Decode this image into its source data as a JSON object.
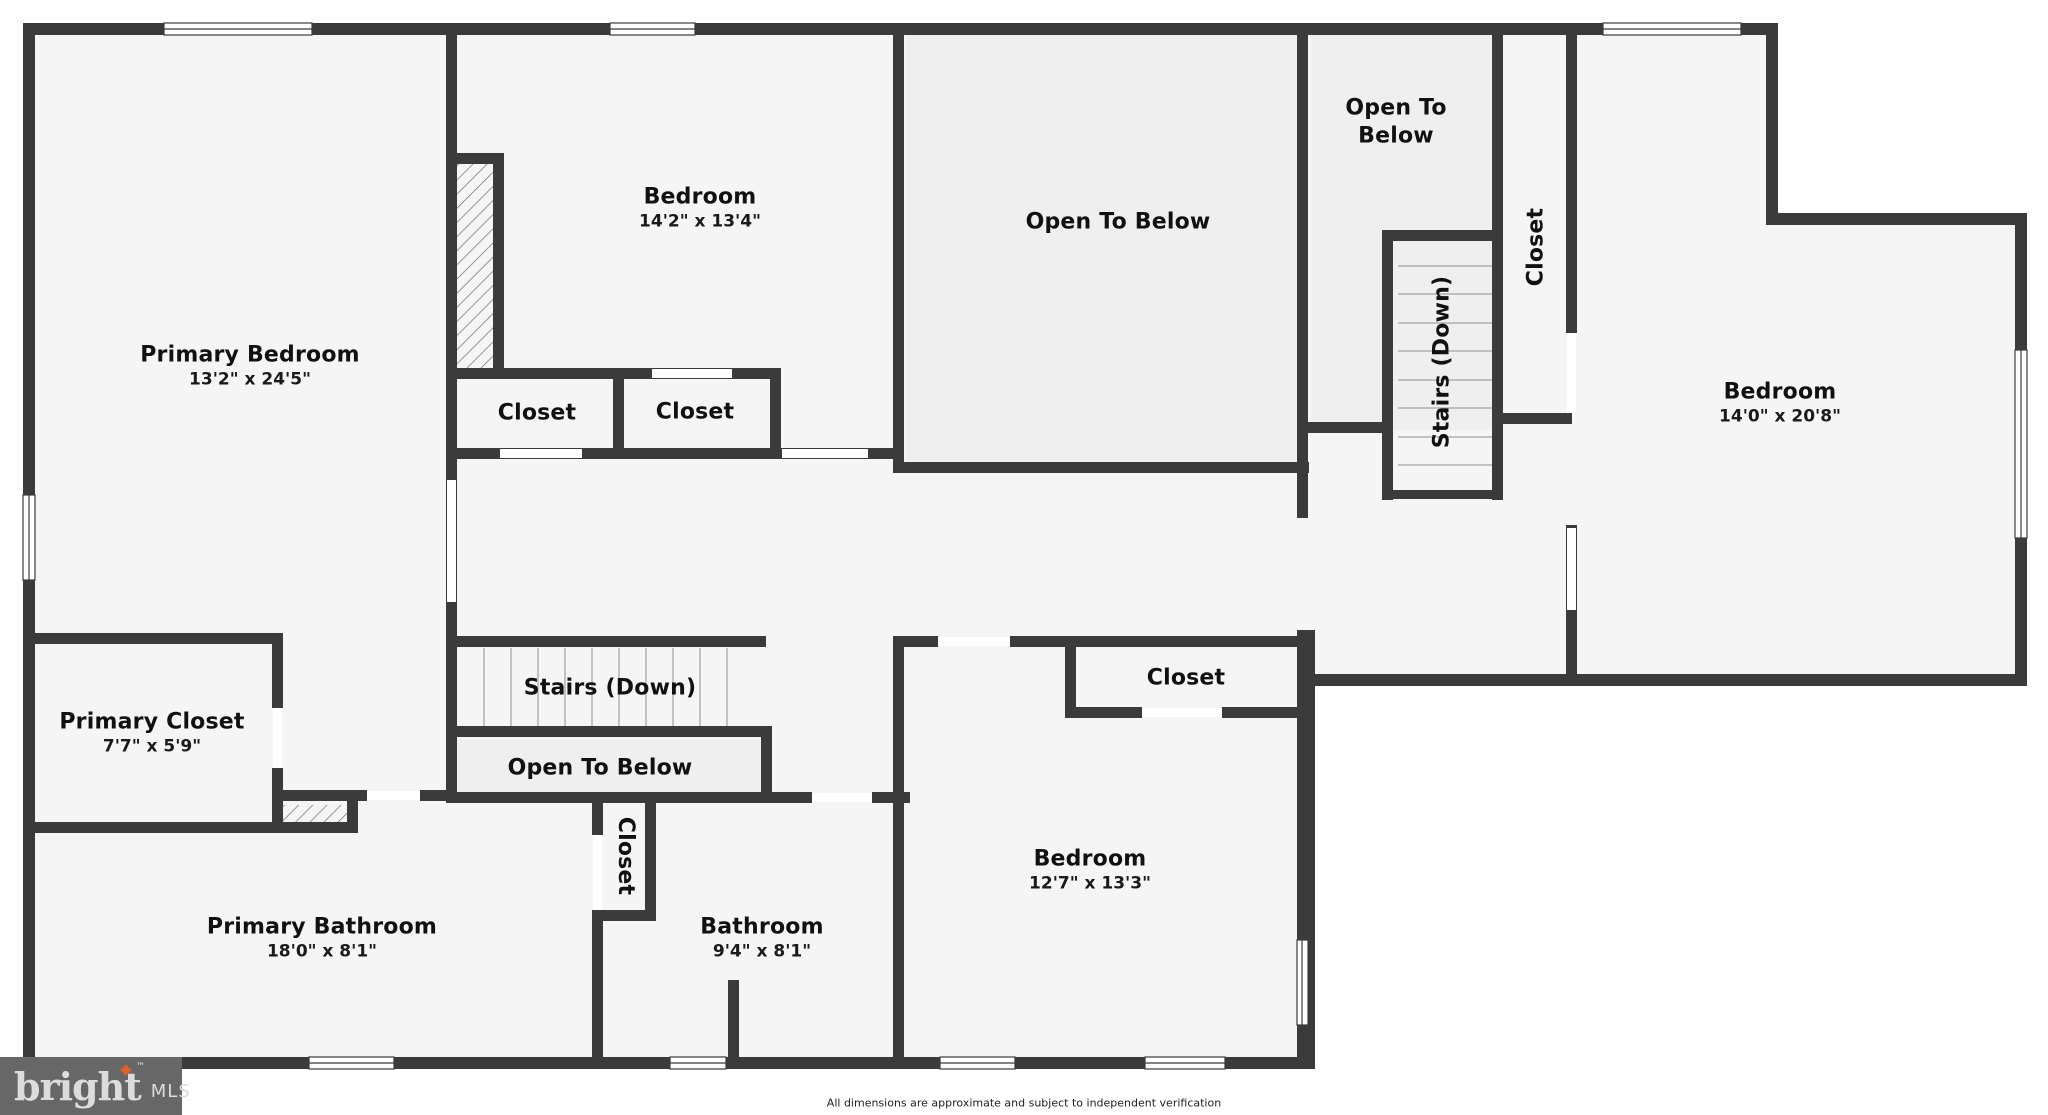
{
  "floorplan": {
    "colors": {
      "wall": "#3b3b3b",
      "floor": "#f5f5f5",
      "open_to_below": "#efefef",
      "window_fill": "#ffffff",
      "stair_line": "#b0b0b0",
      "background": "#ffffff"
    },
    "rooms": [
      {
        "id": "primary-bedroom",
        "name": "Primary Bedroom",
        "dims": "13'2\" x 24'5\""
      },
      {
        "id": "bedroom-top",
        "name": "Bedroom",
        "dims": "14'2\" x 13'4\""
      },
      {
        "id": "open-to-below-top",
        "name": "Open To Below",
        "dims": ""
      },
      {
        "id": "open-to-below-small",
        "name": "Open To Below",
        "dims": ""
      },
      {
        "id": "closet-vertical-right",
        "name": "Closet",
        "dims": ""
      },
      {
        "id": "stairs-down-vertical",
        "name": "Stairs (Down)",
        "dims": ""
      },
      {
        "id": "bedroom-right",
        "name": "Bedroom",
        "dims": "14'0\" x 20'8\""
      },
      {
        "id": "closet-left",
        "name": "Closet",
        "dims": ""
      },
      {
        "id": "closet-middle",
        "name": "Closet",
        "dims": ""
      },
      {
        "id": "primary-closet",
        "name": "Primary Closet",
        "dims": "7'7\" x 5'9\""
      },
      {
        "id": "stairs-down-horizontal",
        "name": "Stairs (Down)",
        "dims": ""
      },
      {
        "id": "open-to-below-bottom",
        "name": "Open To Below",
        "dims": ""
      },
      {
        "id": "closet-bedroom-bottom",
        "name": "Closet",
        "dims": ""
      },
      {
        "id": "bedroom-bottom",
        "name": "Bedroom",
        "dims": "12'7\" x 13'3\""
      },
      {
        "id": "primary-bathroom",
        "name": "Primary Bathroom",
        "dims": "18'0\" x 8'1\""
      },
      {
        "id": "closet-bath",
        "name": "Closet",
        "dims": ""
      },
      {
        "id": "bathroom",
        "name": "Bathroom",
        "dims": "9'4\" x 8'1\""
      }
    ]
  },
  "footer": {
    "disclaimer": "All dimensions are approximate and subject to independent verification"
  },
  "logo": {
    "brand": "bright",
    "suffix": "MLS",
    "trademark": "™",
    "accent_color": "#e0602a"
  }
}
